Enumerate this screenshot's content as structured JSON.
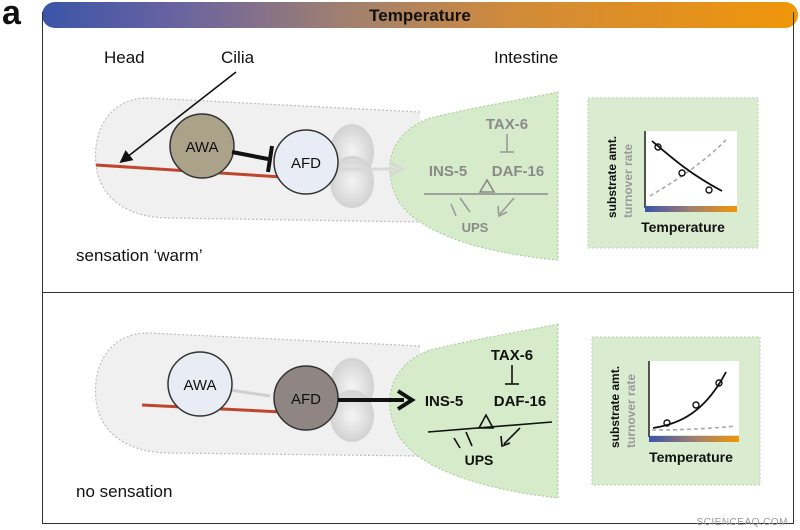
{
  "panel_letter": "a",
  "temperature_bar": {
    "label": "Temperature",
    "colors": [
      "#3a55a8",
      "#f0960a"
    ]
  },
  "labels": {
    "head": "Head",
    "cilia": "Cilia",
    "intestine": "Intestine"
  },
  "top_panel": {
    "condition": "sensation ‘warm’",
    "neuron_awa": "AWA",
    "neuron_afd": "AFD",
    "tax6": "TAX-6",
    "ins5": "INS-5",
    "daf16": "DAF-16",
    "ups": "UPS",
    "graph": {
      "ylabel_primary": "substrate amt.",
      "ylabel_secondary": "turnover rate",
      "xlabel": "Temperature"
    }
  },
  "bottom_panel": {
    "condition": "no sensation",
    "neuron_awa": "AWA",
    "neuron_afd": "AFD",
    "tax6": "TAX-6",
    "ins5": "INS-5",
    "daf16": "DAF-16",
    "ups": "UPS",
    "graph": {
      "ylabel_primary": "substrate amt.",
      "ylabel_secondary": "turnover rate",
      "xlabel": "Temperature"
    }
  },
  "watermark": "SCIENCEAQ.COM",
  "colors": {
    "awa_top": "#aba28a",
    "afd_top": "#e8ecf5",
    "awa_bottom": "#e8ecf5",
    "afd_bottom": "#8f8583",
    "cilia": "#c0452e",
    "intestine": "#d6ebc9",
    "graph_bg": "#d9ecd0"
  }
}
